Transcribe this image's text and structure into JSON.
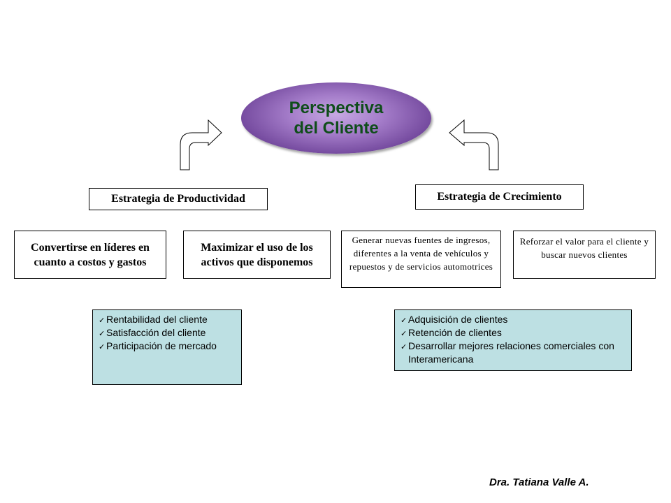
{
  "center": {
    "title": "Perspectiva\ndel Cliente"
  },
  "productivity": {
    "label": "Estrategia de Productividad",
    "goals": [
      "Convertirse en líderes en cuanto a costos y gastos",
      "Maximizar el uso de los activos que disponemos"
    ],
    "measures": [
      "Rentabilidad del cliente",
      "Satisfacción del cliente",
      "Participación de mercado"
    ]
  },
  "growth": {
    "label": "Estrategia de Crecimiento",
    "goals": [
      "Generar nuevas fuentes de ingresos,  diferentes a la venta de vehículos y repuestos y de servicios automotrices",
      "Reforzar el valor para el cliente y buscar nuevos clientes"
    ],
    "measures": [
      "Adquisición de clientes",
      "Retención de clientes",
      "Desarrollar mejores relaciones comerciales con Interamericana"
    ]
  },
  "footer": {
    "author": "Dra. Tatiana Valle A."
  },
  "colors": {
    "ellipse": "#7b52a8",
    "ellipse_text": "#0f4d1a",
    "measure_bg": "#bde0e3"
  }
}
